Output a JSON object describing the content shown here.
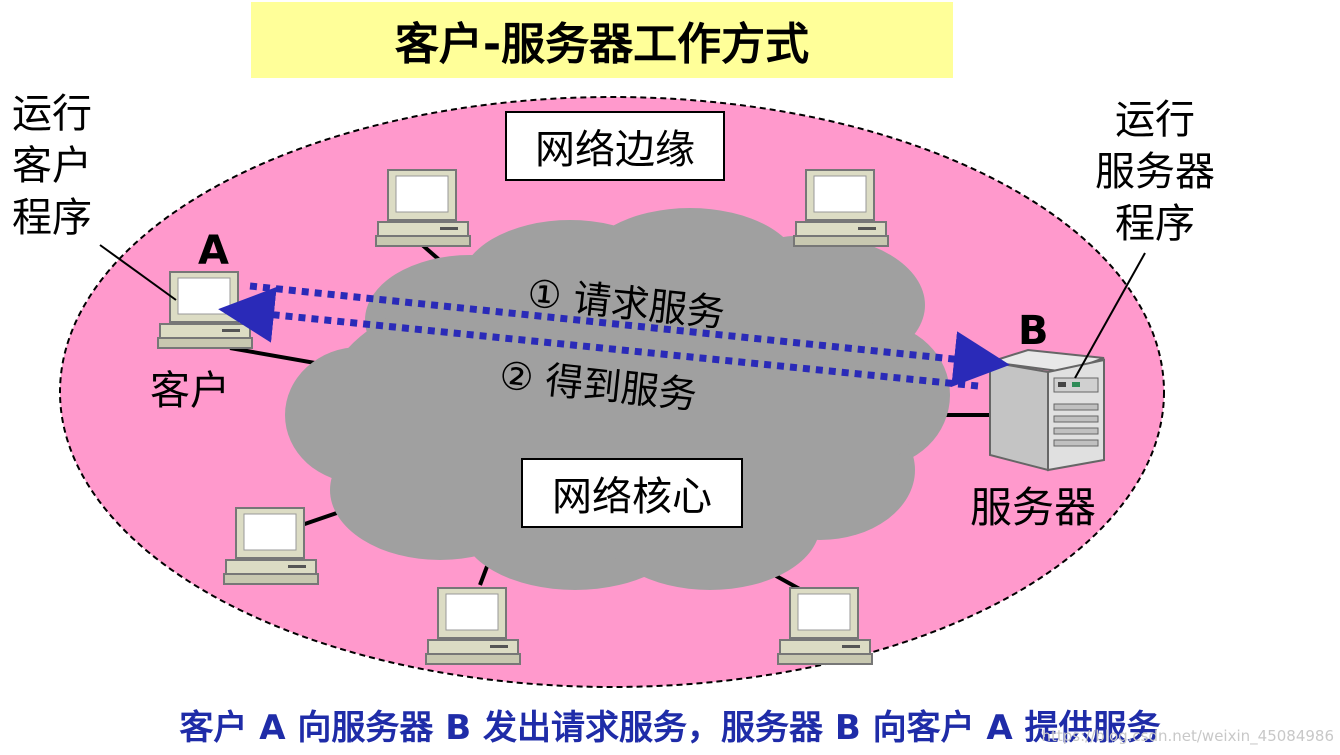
{
  "title": "客户-服务器工作方式",
  "edge_label": "网络边缘",
  "core_label": "网络核心",
  "client": {
    "letter": "A",
    "name": "客户",
    "note_lines": [
      "运行",
      "客户",
      "程序"
    ]
  },
  "server": {
    "letter": "B",
    "name": "服务器",
    "note_lines": [
      "运行",
      "服务器",
      "程序"
    ]
  },
  "arrows": {
    "request": "① 请求服务",
    "response": "② 得到服务"
  },
  "caption": "客户 A 向服务器 B 发出请求服务，服务器 B 向客户 A 提供服务",
  "watermark": "https://blog.csdn.net/weixin_45084986",
  "colors": {
    "edge_fill": "#ff99cc",
    "cloud_fill": "#a0a0a0",
    "arrow": "#2a2ab8",
    "title_bg": "#ffff99",
    "caption": "#1f2ca8"
  }
}
